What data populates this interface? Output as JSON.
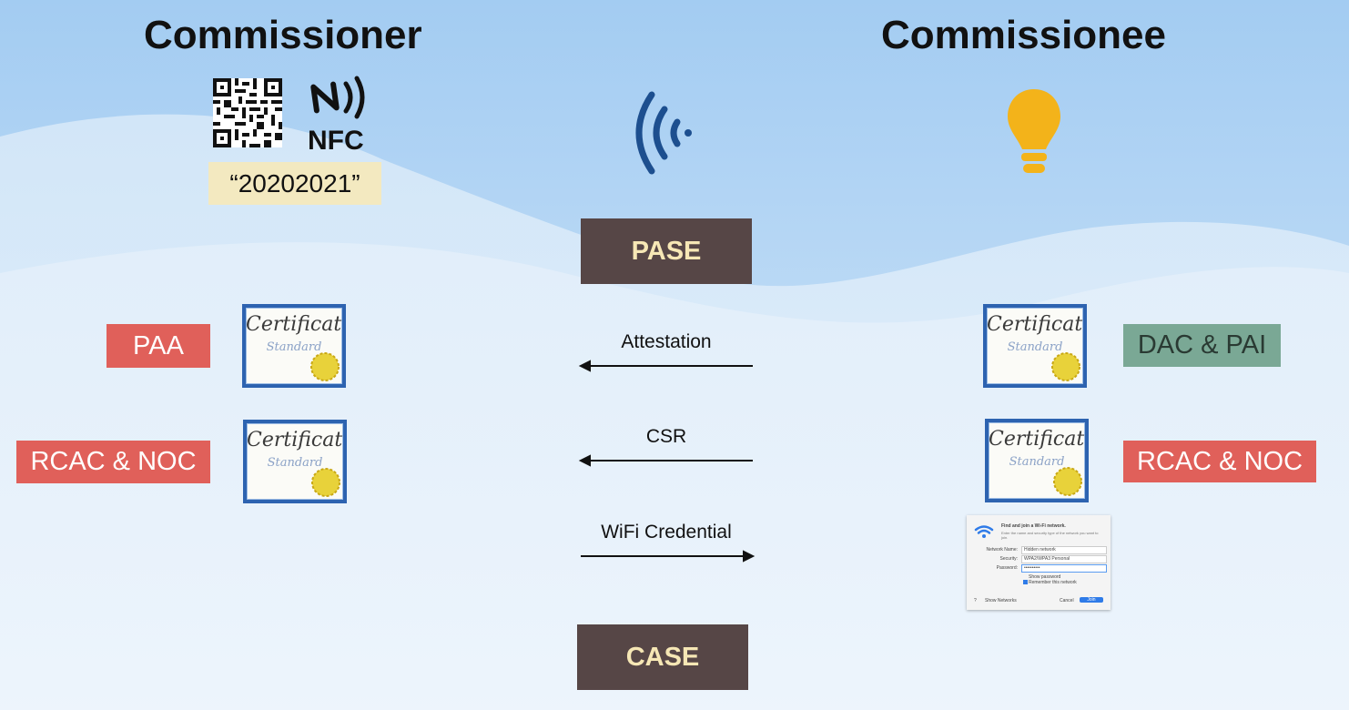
{
  "commissioner": {
    "title": "Commissioner",
    "nfc_label": "NFC",
    "passcode": "“20202021”",
    "certs": [
      {
        "label": "PAA",
        "cert_title": "Certificate",
        "cert_subtitle": "Standard"
      },
      {
        "label": "RCAC & NOC",
        "cert_title": "Certificate",
        "cert_subtitle": "Standard"
      }
    ]
  },
  "commissionee": {
    "title": "Commissionee",
    "certs": [
      {
        "label": "DAC & PAI",
        "cert_title": "Certificate",
        "cert_subtitle": "Standard"
      },
      {
        "label": "RCAC & NOC",
        "cert_title": "Certificate",
        "cert_subtitle": "Standard"
      }
    ],
    "wifi_dialog": {
      "heading": "Find and join a Wi-Fi network.",
      "subtext": "Enter the name and security type of the network you want to join.",
      "network_name_label": "Network Name:",
      "network_name_value": "Hidden network",
      "security_label": "Security:",
      "security_value": "WPA2/WPA3 Personal",
      "password_label": "Password:",
      "password_value": "••••••••••",
      "show_password": "Show password",
      "remember": "Remember this network",
      "help": "?",
      "show_networks": "Show Networks",
      "cancel": "Cancel",
      "join": "Join"
    }
  },
  "flow": {
    "pase": "PASE",
    "case": "CASE",
    "messages": [
      {
        "label": "Attestation",
        "direction": "left"
      },
      {
        "label": "CSR",
        "direction": "left"
      },
      {
        "label": "WiFi Credential",
        "direction": "right"
      }
    ]
  },
  "colors": {
    "sky_top": "#a5cff3",
    "sky_bottom": "#e9f3fb",
    "red_label": "#e0605a",
    "green_label": "#7aa895",
    "dark_box": "#564646",
    "dark_box_text": "#f6e7b5",
    "passcode_bg": "#f3e9c0",
    "bulb": "#f3b31a",
    "signal": "#1d4f8f"
  }
}
